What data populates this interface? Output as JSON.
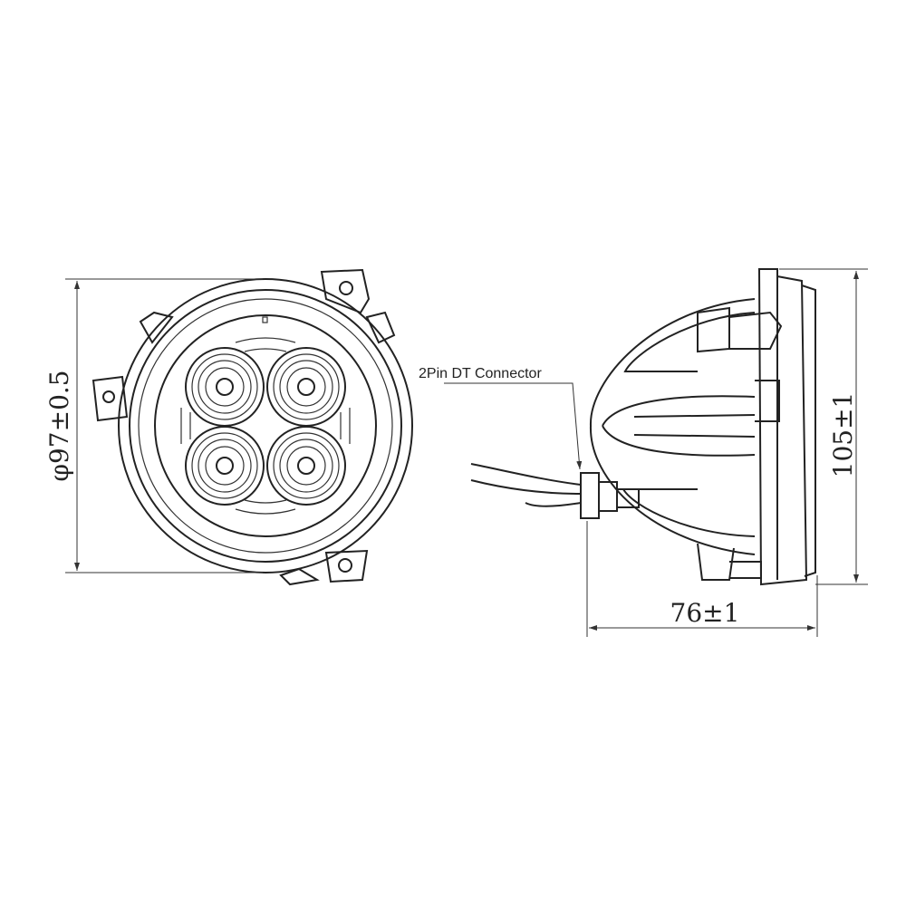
{
  "drawing": {
    "front_view": {
      "diameter_label": "φ97±0.5"
    },
    "side_view": {
      "connector_label": "2Pin DT Connector",
      "depth_label": "76±1",
      "height_label": "105±1"
    },
    "colors": {
      "line": "#222222",
      "background": "#ffffff"
    }
  }
}
